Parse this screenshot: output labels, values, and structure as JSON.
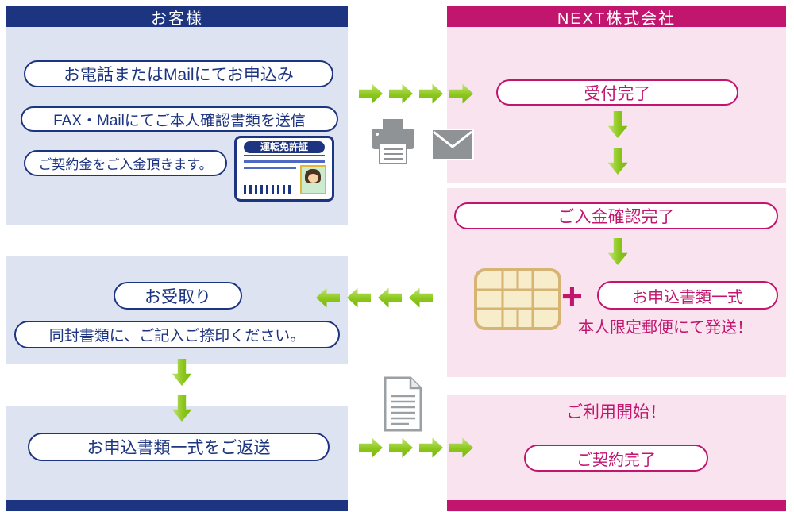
{
  "customer": {
    "header": "お客様",
    "step_apply": "お電話またはMailにてお申込み",
    "step_fax": "FAX・Mailにてご本人確認書類を送信",
    "step_payment": "ご契約金をご入金頂きます。",
    "license_title": "運転免許証",
    "receive": "お受取り",
    "fill_note": "同封書類に、ご記入ご捺印ください。",
    "return_docs": "お申込書類一式をご返送"
  },
  "company": {
    "header": "NEXT株式会社",
    "reception_done": "受付完了",
    "payment_confirmed": "ご入金確認完了",
    "plus": "+",
    "application_docs": "お申込書類一式",
    "shipping_note": "本人限定郵便にて発送！",
    "service_start": "ご利用開始！",
    "contract_done": "ご契約完了"
  },
  "icons": {
    "printer": "printer-icon",
    "mail": "mail-envelope-icon",
    "document": "document-icon",
    "sim": "sim-chip-icon",
    "license": "drivers-license-icon",
    "arrows": [
      "arrow-right-icon",
      "arrow-left-icon",
      "arrow-down-icon"
    ]
  },
  "colors": {
    "navy": "#1d3581",
    "panel_blue": "#dee3f2",
    "magenta": "#c1156e",
    "panel_pink": "#f8e3ee",
    "green": "#8cc71c",
    "gray_icon": "#8f9396"
  }
}
